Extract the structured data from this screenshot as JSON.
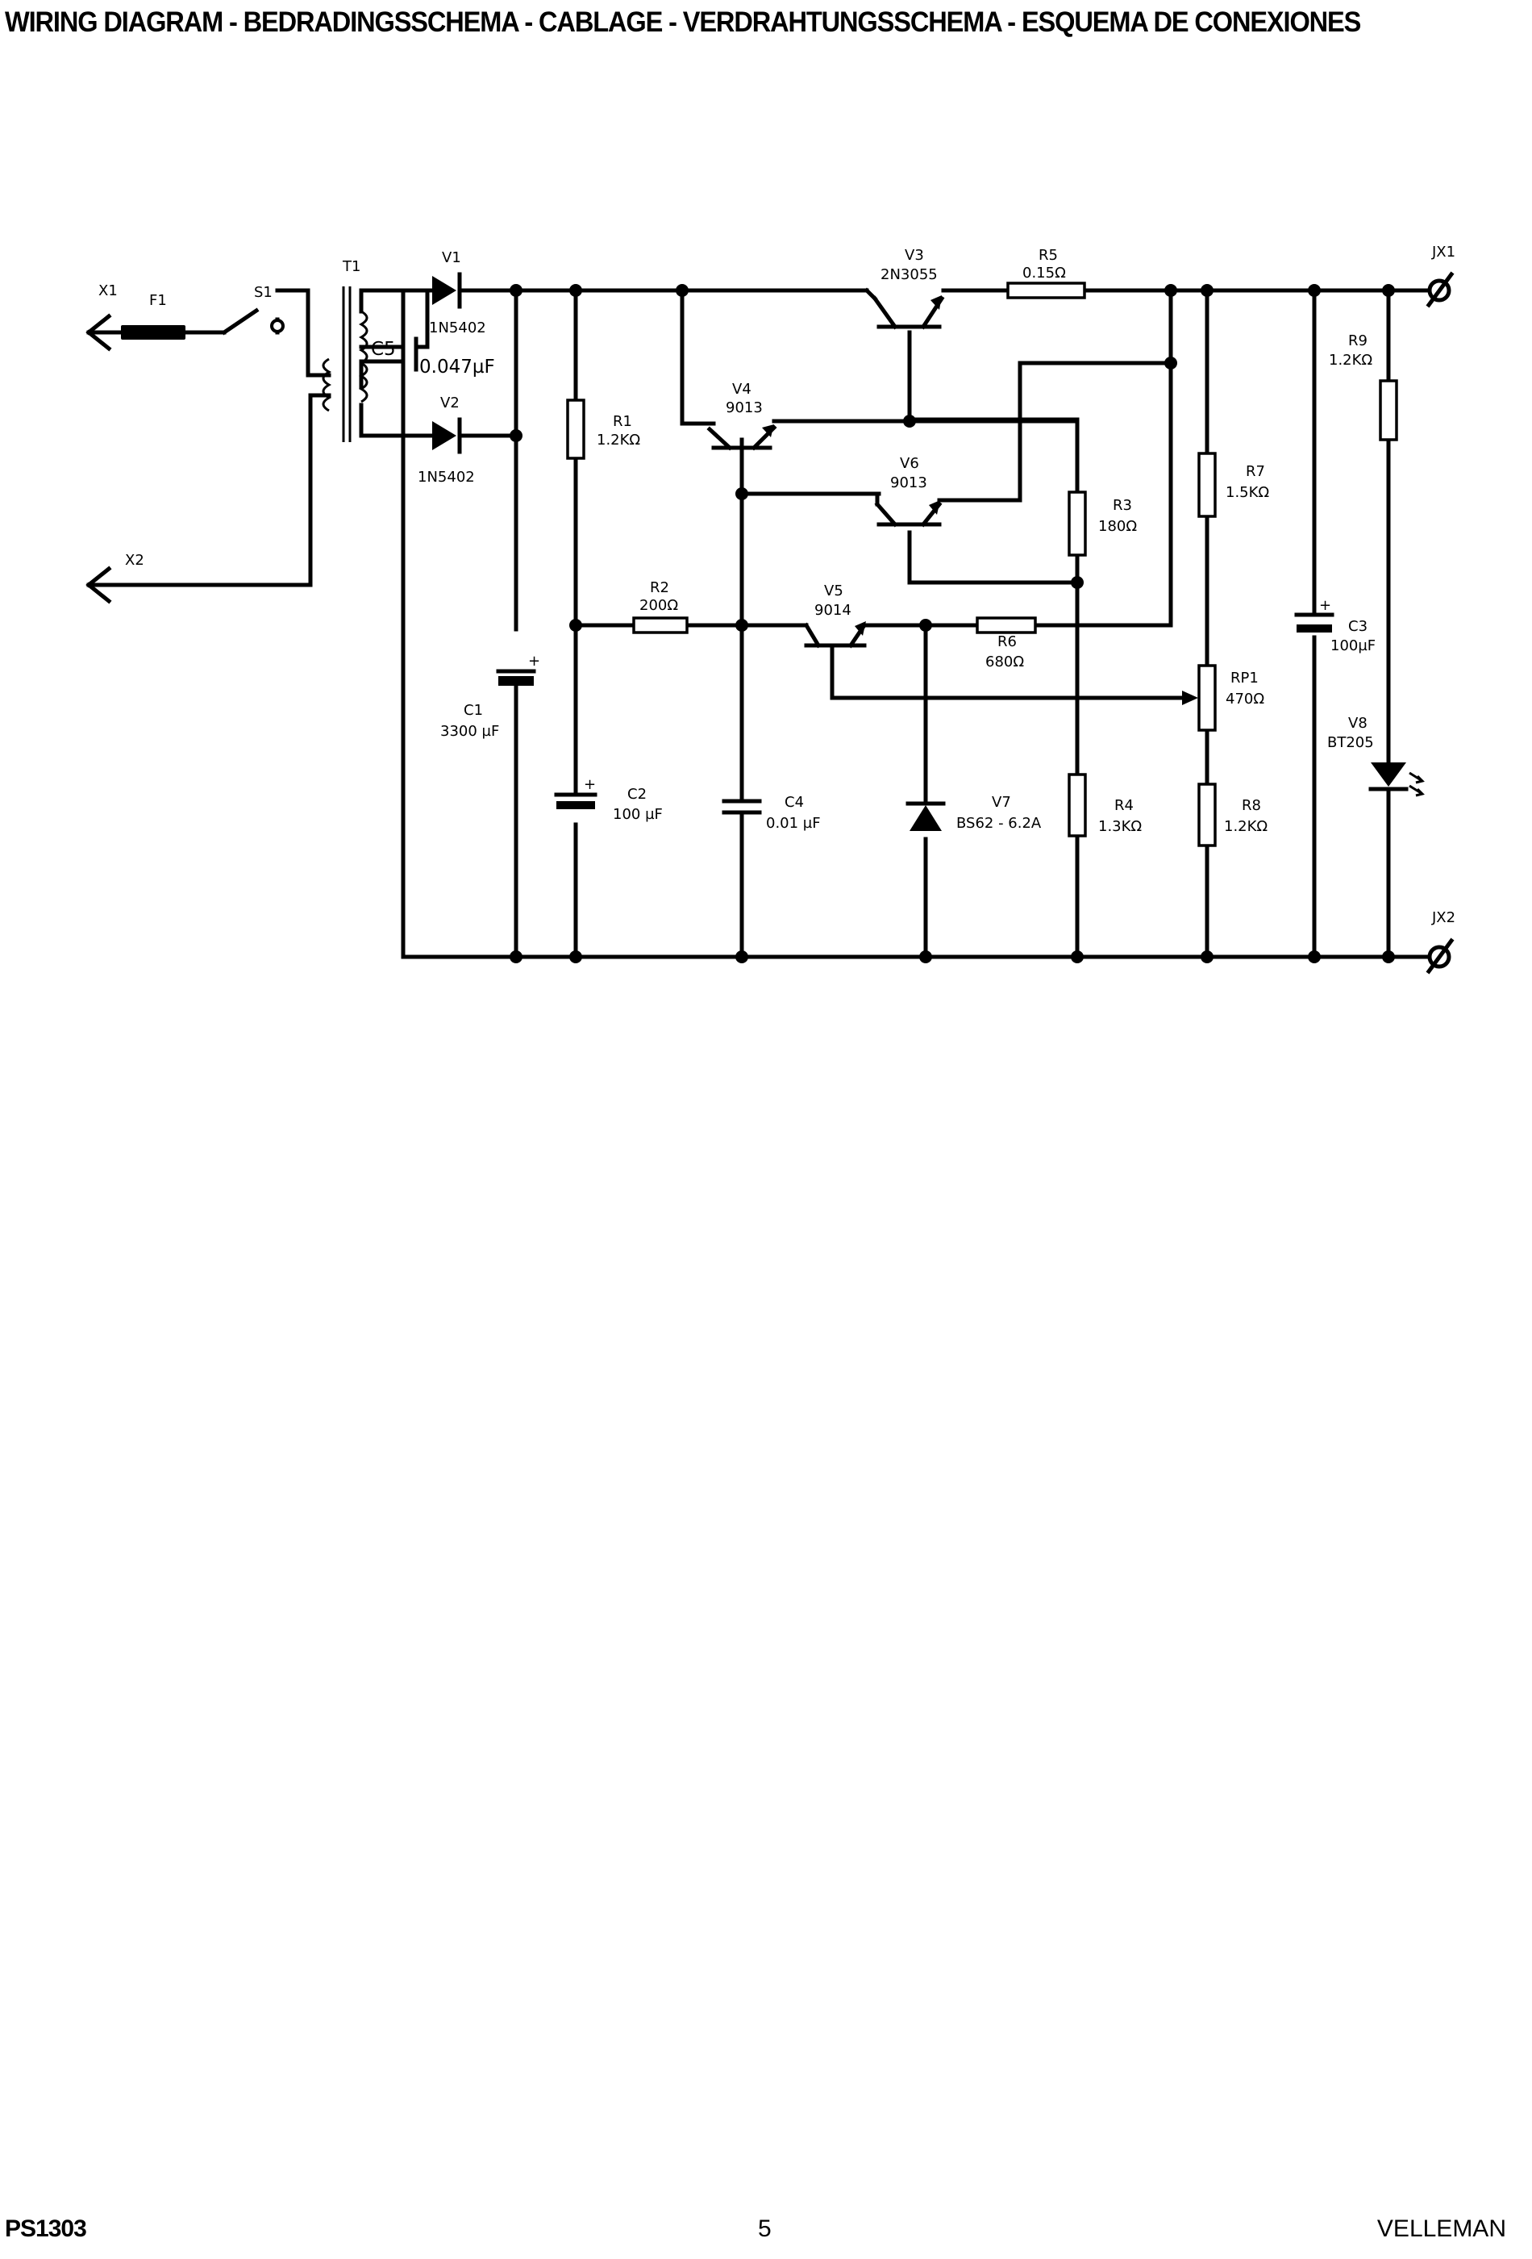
{
  "header": {
    "title": "WIRING DIAGRAM - BEDRADINGSSCHEMA - CABLAGE - VERDRAHTUNGSSCHEMA - ESQUEMA DE CONEXIONES"
  },
  "labels": {
    "x1": "X1",
    "x2": "X2",
    "f1": "F1",
    "s1": "S1",
    "t1": "T1",
    "c5": "C5",
    "c5_val": "0.047µF",
    "v1": "V1",
    "v1_val": "1N5402",
    "v2": "V2",
    "v2_val": "1N5402",
    "v3": "V3",
    "v3_val": "2N3055",
    "r5": "R5",
    "r5_val": "0.15Ω",
    "jx1": "JX1",
    "jx2": "JX2",
    "v4": "V4",
    "v4_val": "9013",
    "r1": "R1",
    "r1_val": "1.2KΩ",
    "v6": "V6",
    "v6_val": "9013",
    "r3": "R3",
    "r3_val": "180Ω",
    "r7": "R7",
    "r7_val": "1.5KΩ",
    "r9": "R9",
    "r9_val": "1.2KΩ",
    "r2": "R2",
    "r2_val": "200Ω",
    "v5": "V5",
    "v5_val": "9014",
    "r6": "R6",
    "r6_val": "680Ω",
    "c3": "C3",
    "c3_val": "100µF",
    "c1": "C1",
    "c1_val": "3300 µF",
    "rp1": "RP1",
    "rp1_val": "470Ω",
    "v8": "V8",
    "v8_val": "BT205",
    "c2": "C2",
    "c2_val": "100 µF",
    "c4": "C4",
    "c4_val": "0.01 µF",
    "v7": "V7",
    "v7_val": "BS62 - 6.2A",
    "r4": "R4",
    "r4_val": "1.3KΩ",
    "r8": "R8",
    "r8_val": "1.2KΩ"
  },
  "footer": {
    "left": "PS1303",
    "center": "5",
    "right": "VELLEMAN"
  }
}
